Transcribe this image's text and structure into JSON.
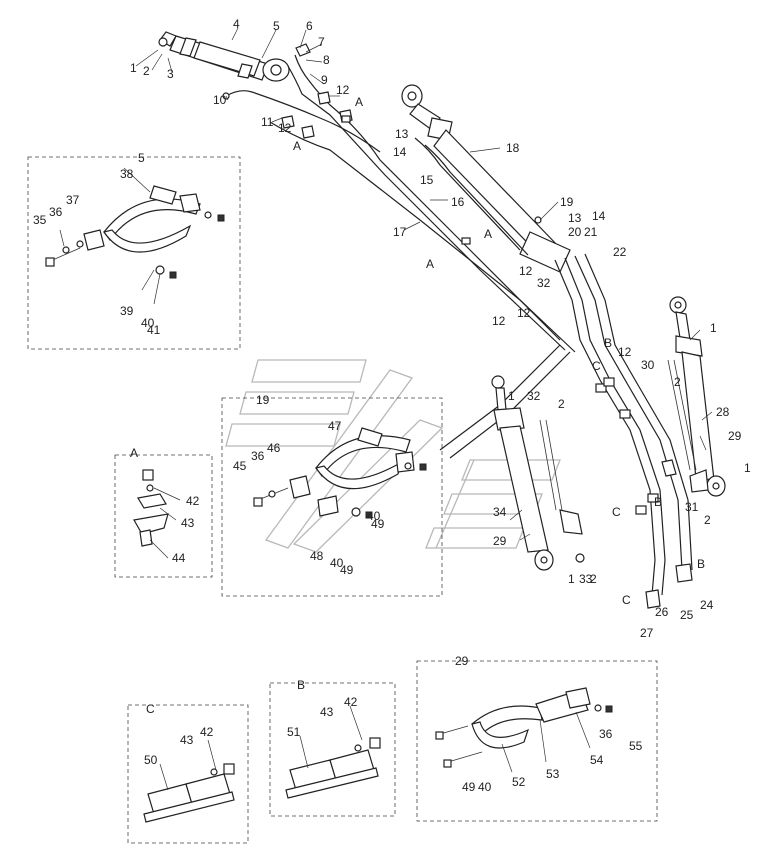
{
  "callouts": [
    {
      "t": "1"
    },
    {
      "t": "2"
    },
    {
      "t": "3"
    },
    {
      "t": "4"
    },
    {
      "t": "5"
    },
    {
      "t": "6"
    },
    {
      "t": "7"
    },
    {
      "t": "8"
    },
    {
      "t": "9"
    },
    {
      "t": "10"
    },
    {
      "t": "11"
    },
    {
      "t": "12"
    },
    {
      "t": "A"
    },
    {
      "t": "12"
    },
    {
      "t": "A"
    },
    {
      "t": "13"
    },
    {
      "t": "14"
    },
    {
      "t": "15"
    },
    {
      "t": "18"
    },
    {
      "t": "16"
    },
    {
      "t": "17"
    },
    {
      "t": "A"
    },
    {
      "t": "A"
    },
    {
      "t": "19"
    },
    {
      "t": "13"
    },
    {
      "t": "14"
    },
    {
      "t": "20"
    },
    {
      "t": "21"
    },
    {
      "t": "22"
    },
    {
      "t": "12"
    },
    {
      "t": "32"
    },
    {
      "t": "12"
    },
    {
      "t": "12"
    },
    {
      "t": "B"
    },
    {
      "t": "12"
    },
    {
      "t": "C"
    },
    {
      "t": "B"
    },
    {
      "t": "C"
    },
    {
      "t": "1"
    },
    {
      "t": "30"
    },
    {
      "t": "2"
    },
    {
      "t": "28"
    },
    {
      "t": "29"
    },
    {
      "t": "1"
    },
    {
      "t": "31"
    },
    {
      "t": "2"
    },
    {
      "t": "5"
    },
    {
      "t": "38"
    },
    {
      "t": "35"
    },
    {
      "t": "36"
    },
    {
      "t": "37"
    },
    {
      "t": "39"
    },
    {
      "t": "40"
    },
    {
      "t": "41"
    },
    {
      "t": "19"
    },
    {
      "t": "47"
    },
    {
      "t": "45"
    },
    {
      "t": "36"
    },
    {
      "t": "46"
    },
    {
      "t": "48"
    },
    {
      "t": "40"
    },
    {
      "t": "49"
    },
    {
      "t": "40"
    },
    {
      "t": "49"
    },
    {
      "t": "1"
    },
    {
      "t": "32"
    },
    {
      "t": "2"
    },
    {
      "t": "34"
    },
    {
      "t": "29"
    },
    {
      "t": "1"
    },
    {
      "t": "33"
    },
    {
      "t": "2"
    },
    {
      "t": "A"
    },
    {
      "t": "42"
    },
    {
      "t": "43"
    },
    {
      "t": "44"
    },
    {
      "t": "B"
    },
    {
      "t": "25"
    },
    {
      "t": "24"
    },
    {
      "t": "C"
    },
    {
      "t": "26"
    },
    {
      "t": "27"
    },
    {
      "t": "29"
    },
    {
      "t": "36"
    },
    {
      "t": "55"
    },
    {
      "t": "54"
    },
    {
      "t": "53"
    },
    {
      "t": "52"
    },
    {
      "t": "49"
    },
    {
      "t": "40"
    },
    {
      "t": "B"
    },
    {
      "t": "43"
    },
    {
      "t": "42"
    },
    {
      "t": "51"
    },
    {
      "t": "C"
    },
    {
      "t": "43"
    },
    {
      "t": "42"
    },
    {
      "t": "50"
    }
  ]
}
